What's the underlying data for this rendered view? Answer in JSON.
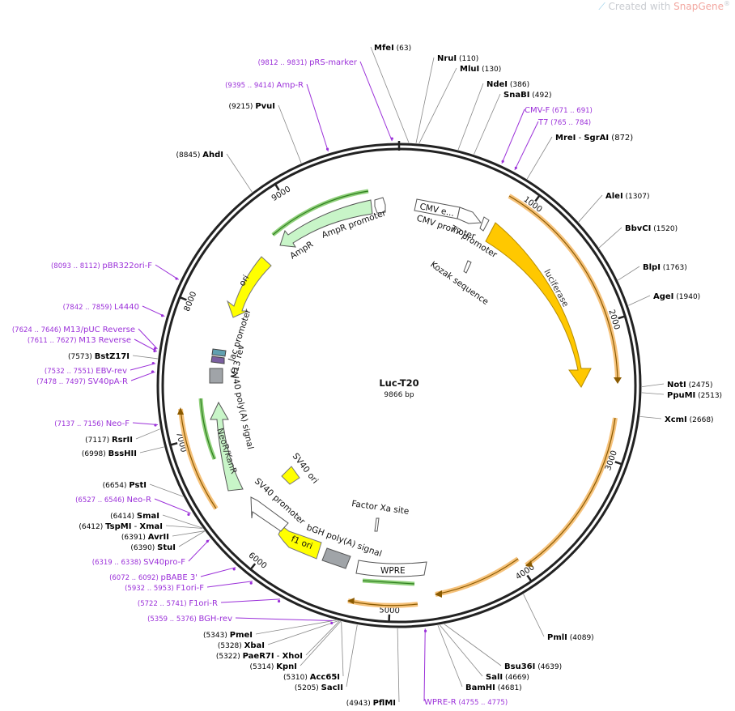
{
  "watermark": {
    "prefix": "Created with ",
    "brand": "SnapGene",
    "mark": "®"
  },
  "plasmid": {
    "name": "Luc-T20",
    "length": "9866 bp",
    "bp": 9866
  },
  "ring_ticks": [
    {
      "bp": 1000,
      "label": "1000"
    },
    {
      "bp": 2000,
      "label": "2000"
    },
    {
      "bp": 3000,
      "label": "3000"
    },
    {
      "bp": 4000,
      "label": "4000"
    },
    {
      "bp": 5000,
      "label": "5000"
    },
    {
      "bp": 6000,
      "label": "6000"
    },
    {
      "bp": 7000,
      "label": "7000"
    },
    {
      "bp": 8000,
      "label": "8000"
    },
    {
      "bp": 9000,
      "label": "9000"
    }
  ],
  "enzymes": [
    {
      "name": "MfeI",
      "pos": "(63)",
      "bp": 63
    },
    {
      "name": "NruI",
      "pos": "(110)",
      "bp": 110
    },
    {
      "name": "MluI",
      "pos": "(130)",
      "bp": 130
    },
    {
      "name": "NdeI",
      "pos": "(386)",
      "bp": 386
    },
    {
      "name": "SnaBI",
      "pos": "(492)",
      "bp": 492
    },
    {
      "name": "MreI",
      "name2": "SgrAI",
      "pos": "(872)",
      "bp": 872
    },
    {
      "name": "AleI",
      "pos": "(1307)",
      "bp": 1307
    },
    {
      "name": "BbvCI",
      "pos": "(1520)",
      "bp": 1520
    },
    {
      "name": "BlpI",
      "pos": "(1763)",
      "bp": 1763
    },
    {
      "name": "AgeI",
      "pos": "(1940)",
      "bp": 1940
    },
    {
      "name": "NotI",
      "pos": "(2475)",
      "bp": 2475
    },
    {
      "name": "PpuMI",
      "pos": "(2513)",
      "bp": 2513
    },
    {
      "name": "XcmI",
      "pos": "(2668)",
      "bp": 2668
    },
    {
      "name": "PmlI",
      "pos": "(4089)",
      "bp": 4089
    },
    {
      "name": "Bsu36I",
      "pos": "(4639)",
      "bp": 4639
    },
    {
      "name": "SalI",
      "pos": "(4669)",
      "bp": 4669
    },
    {
      "name": "BamHI",
      "pos": "(4681)",
      "bp": 4681
    },
    {
      "name": "PflMI",
      "pos": "(4943)",
      "bp": 4943
    },
    {
      "name": "SacII",
      "pos": "(5205)",
      "bp": 5205
    },
    {
      "name": "Acc65I",
      "pos": "(5310)",
      "bp": 5310
    },
    {
      "name": "KpnI",
      "pos": "(5314)",
      "bp": 5314
    },
    {
      "name": "PaeR7I",
      "name2": "XhoI",
      "pos": "(5322)",
      "bp": 5322
    },
    {
      "name": "XbaI",
      "pos": "(5328)",
      "bp": 5328
    },
    {
      "name": "PmeI",
      "pos": "(5343)",
      "bp": 5343
    },
    {
      "name": "StuI",
      "pos": "(6390)",
      "bp": 6390
    },
    {
      "name": "AvrII",
      "pos": "(6391)",
      "bp": 6391
    },
    {
      "name": "TspMI",
      "name2": "XmaI",
      "pos": "(6412)",
      "bp": 6412
    },
    {
      "name": "SmaI",
      "pos": "(6414)",
      "bp": 6414
    },
    {
      "name": "PstI",
      "pos": "(6654)",
      "bp": 6654
    },
    {
      "name": "BssHII",
      "pos": "(6998)",
      "bp": 6998
    },
    {
      "name": "RsrII",
      "pos": "(7117)",
      "bp": 7117
    },
    {
      "name": "BstZ17I",
      "pos": "(7573)",
      "bp": 7573
    },
    {
      "name": "AhdI",
      "pos": "(8845)",
      "bp": 8845
    },
    {
      "name": "PvuI",
      "pos": "(9215)",
      "bp": 9215
    }
  ],
  "primers": [
    {
      "name": "pRS-marker",
      "pos": "(9812 .. 9831)",
      "bp": 9821
    },
    {
      "name": "Amp-R",
      "pos": "(9395 .. 9414)",
      "bp": 9404
    },
    {
      "name": "CMV-F",
      "pos": "(671 .. 691)",
      "bp": 681
    },
    {
      "name": "T7",
      "pos": "(765 .. 784)",
      "bp": 774
    },
    {
      "name": "pBR322ori-F",
      "pos": "(8093 .. 8112)",
      "bp": 8102
    },
    {
      "name": "L4440",
      "pos": "(7842 .. 7859)",
      "bp": 7850
    },
    {
      "name": "M13/pUC Reverse",
      "pos": "(7624 .. 7646)",
      "bp": 7635
    },
    {
      "name": "M13 Reverse",
      "pos": "(7611 .. 7627)",
      "bp": 7619
    },
    {
      "name": "EBV-rev",
      "pos": "(7532 .. 7551)",
      "bp": 7541
    },
    {
      "name": "SV40pA-R",
      "pos": "(7478 .. 7497)",
      "bp": 7487
    },
    {
      "name": "Neo-F",
      "pos": "(7137 .. 7156)",
      "bp": 7146
    },
    {
      "name": "Neo-R",
      "pos": "(6527 .. 6546)",
      "bp": 6536
    },
    {
      "name": "SV40pro-F",
      "pos": "(6319 .. 6338)",
      "bp": 6328
    },
    {
      "name": "pBABE 3'",
      "pos": "(6072 .. 6092)",
      "bp": 6082
    },
    {
      "name": "F1ori-F",
      "pos": "(5932 .. 5953)",
      "bp": 5942
    },
    {
      "name": "F1ori-R",
      "pos": "(5722 .. 5741)",
      "bp": 5731
    },
    {
      "name": "BGH-rev",
      "pos": "(5359 .. 5376)",
      "bp": 5367
    },
    {
      "name": "WPRE-R",
      "pos": "(4755 .. 4775)",
      "bp": 4765
    }
  ],
  "features": [
    {
      "name": "CMV e...",
      "type": "promoter"
    },
    {
      "name": "CMV promoter",
      "type": "promoter"
    },
    {
      "name": "T7 promoter",
      "type": "promoter"
    },
    {
      "name": "Kozak sequence",
      "type": "misc"
    },
    {
      "name": "luciferase",
      "type": "cds"
    },
    {
      "name": "Factor Xa site",
      "type": "misc"
    },
    {
      "name": "WPRE",
      "type": "misc"
    },
    {
      "name": "bGH poly(A) signal",
      "type": "terminator"
    },
    {
      "name": "f1 ori",
      "type": "origin"
    },
    {
      "name": "SV40 promoter",
      "type": "promoter"
    },
    {
      "name": "SV40 ori",
      "type": "origin"
    },
    {
      "name": "NeoR/KanR",
      "type": "cds"
    },
    {
      "name": "SV40 poly(A) signal",
      "type": "terminator"
    },
    {
      "name": "M13 rev",
      "type": "primer_bind"
    },
    {
      "name": "lac promoter",
      "type": "promoter"
    },
    {
      "name": "ori",
      "type": "origin"
    },
    {
      "name": "AmpR",
      "type": "cds"
    },
    {
      "name": "AmpR promoter",
      "type": "promoter"
    }
  ],
  "colors": {
    "enzyme_text": "#000000",
    "position_text": "#000000",
    "primer": "#9b30d9",
    "backbone": "#222222",
    "orf": "#f0a030",
    "luciferase": "#ffc800",
    "amp": "#c8f5c8",
    "ori": "#ffff00",
    "terminator": "#a0a4a8"
  }
}
